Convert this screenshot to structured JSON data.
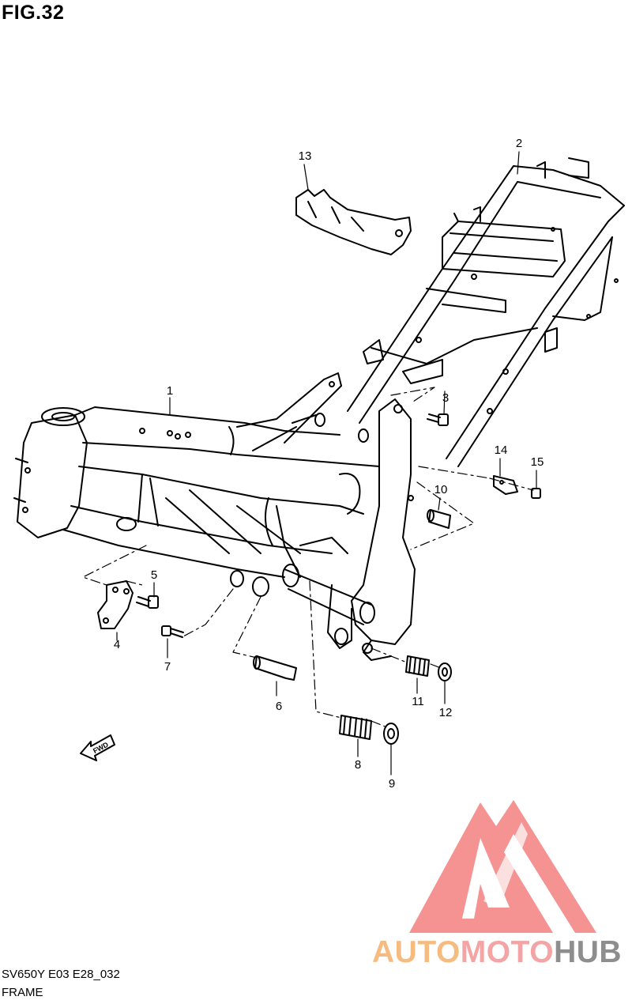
{
  "figure_label": "FIG.32",
  "diagram_code": "SV650Y E03 E28_032",
  "section_name": "FRAME",
  "direction_label": "FWD",
  "watermark": {
    "part1": "AUTO",
    "part2": "MOTO",
    "part3": "HUB"
  },
  "parts": [
    {
      "number": "1"
    },
    {
      "number": "2"
    },
    {
      "number": "3"
    },
    {
      "number": "4"
    },
    {
      "number": "5"
    },
    {
      "number": "6"
    },
    {
      "number": "7"
    },
    {
      "number": "8"
    },
    {
      "number": "9"
    },
    {
      "number": "10"
    },
    {
      "number": "11"
    },
    {
      "number": "12"
    },
    {
      "number": "13"
    },
    {
      "number": "14"
    },
    {
      "number": "15"
    }
  ],
  "colors": {
    "logo_triangle": "#f48d8d",
    "logo_auto": "#f6bc7f",
    "logo_moto": "#f4a4a4",
    "logo_hub": "#8e8e8e"
  }
}
